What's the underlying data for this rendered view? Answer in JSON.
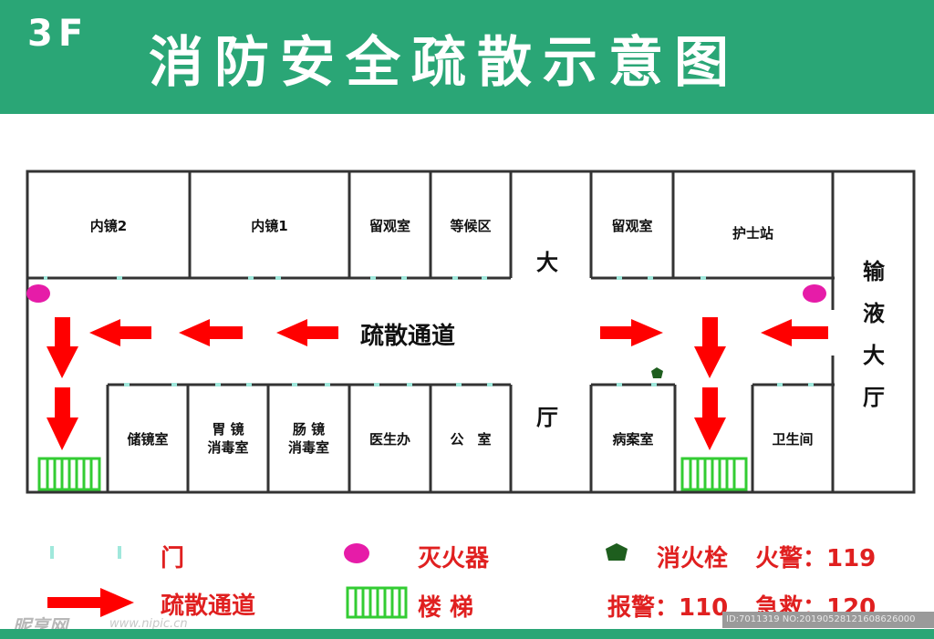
{
  "header": {
    "floor": "3F",
    "title": "消防安全疏散示意图"
  },
  "rooms": {
    "endoscope2": "内镜2",
    "endoscope1": "内镜1",
    "observation_left": "留观室",
    "waiting": "等候区",
    "observation_right": "留观室",
    "nurse_station": "护士站",
    "storage": "储镜室",
    "gastro_line1": "胃 镜",
    "gastro_line2": "消毒室",
    "colono_line1": "肠 镜",
    "colono_line2": "消毒室",
    "doctor_office": "医生办",
    "office": "公　室",
    "records": "病案室",
    "restroom": "卫生间"
  },
  "hall": {
    "top": "大",
    "bottom": "厅"
  },
  "infusion_hall": {
    "c1": "输",
    "c2": "液",
    "c3": "大",
    "c4": "厅"
  },
  "corridor_label": "疏散通道",
  "legend": {
    "door": "门",
    "extinguisher": "灭火器",
    "hydrant": "消火栓",
    "fire_phone": "火警：119",
    "evacuation": "疏散通道",
    "stairs": "楼 梯",
    "police_phone": "报警：110",
    "ambulance_phone": "急救：120"
  },
  "colors": {
    "header_green": "#2aa676",
    "arrow_red": "#ff0000",
    "extinguisher_magenta": "#e61ca8",
    "hydrant_green": "#1e5e1e",
    "stairs_green": "#33cc33",
    "door_cyan": "#a0e8dc"
  },
  "watermark": {
    "logo": "昵享网",
    "url": "www.nipic.cn",
    "id_text": "ID:7011319 NO:20190528121608626000"
  }
}
